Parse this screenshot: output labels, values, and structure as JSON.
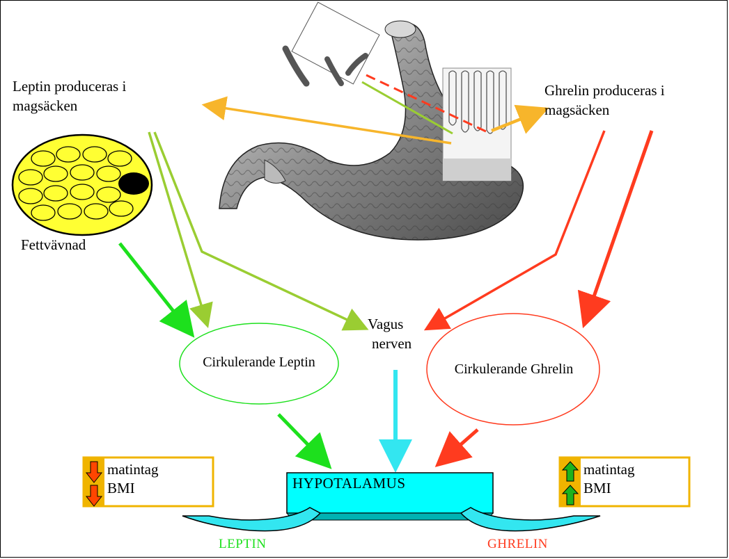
{
  "labels": {
    "leptin_produced": "Leptin produceras i magsäcken",
    "ghrelin_produced": "Ghrelin produceras i magsäcken",
    "fat_tissue": "Fettvävnad",
    "vagus_line1": "Vagus",
    "vagus_line2": "nerven",
    "circulating_leptin": "Cirkulerande Leptin",
    "circulating_ghrelin": "Cirkulerande Ghrelin",
    "hypothalamus": "HYPOTALAMUS",
    "leptin_bottom": "LEPTIN",
    "ghrelin_bottom": "GHRELIN"
  },
  "leptin_effect": {
    "food_intake": "matintag",
    "bmi": "BMI",
    "direction": "down"
  },
  "ghrelin_effect": {
    "food_intake": "matintag",
    "bmi": "BMI",
    "direction": "up"
  },
  "colors": {
    "leptin_green": "#1de01d",
    "olive_green": "#9acd32",
    "ghrelin_red": "#ff3b1f",
    "vagus_cyan": "#33e6f0",
    "hypothalamus_fill": "#00ffff",
    "orange_arrow": "#f7b52b",
    "effect_box_border": "#f0b400",
    "fat_yellow": "#ffff33"
  }
}
